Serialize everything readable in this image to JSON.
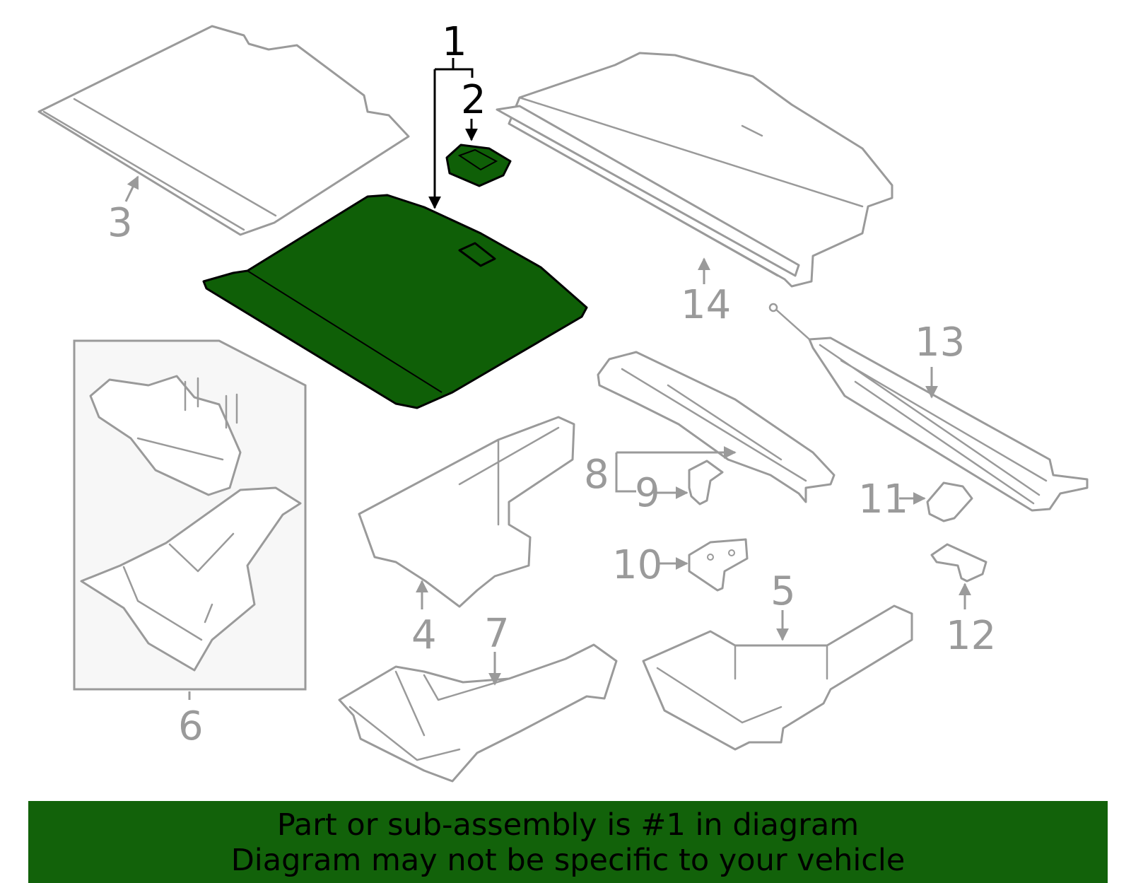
{
  "callouts": {
    "c1": "1",
    "c2": "2",
    "c3": "3",
    "c4": "4",
    "c5": "5",
    "c6": "6",
    "c7": "7",
    "c8": "8",
    "c9": "9",
    "c10": "10",
    "c11": "11",
    "c12": "12",
    "c13": "13",
    "c14": "14"
  },
  "highlighted_part": "1",
  "colors": {
    "highlight": "#0f5f07",
    "banner": "#12620a",
    "part_outline": "#9a9a9a"
  },
  "banner": {
    "line1": "Part or sub-assembly is #1 in diagram",
    "line2": "Diagram may not be specific to your vehicle"
  }
}
